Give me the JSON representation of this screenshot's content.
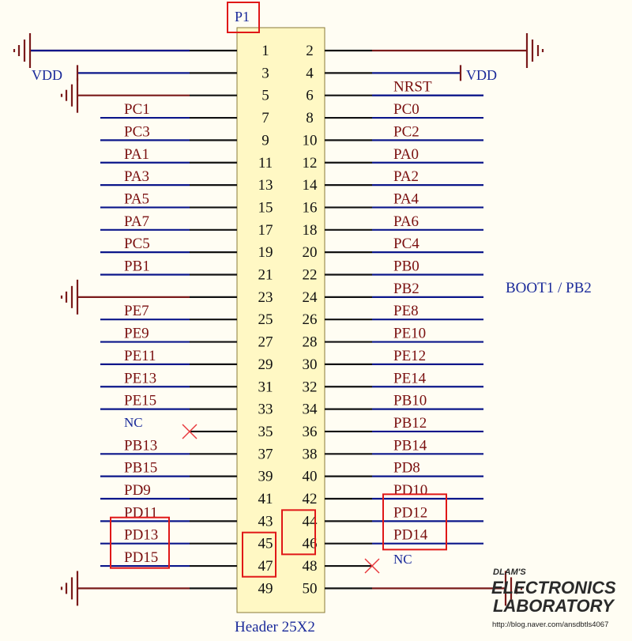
{
  "colors": {
    "background": "#fffdf3",
    "header_fill": "#fff8c4",
    "header_border": "#8a7a3a",
    "net_wire": "#0b168a",
    "pin_stub": "#111111",
    "net_label": "#7a1010",
    "ground": "#7a1a1a",
    "designator": "#1a2a9a",
    "highlight": "#e01818",
    "nc_marker": "#e8363a",
    "watermark": "#2a2a2a",
    "watermark_url": "#1a1a1a"
  },
  "designator": "P1",
  "footer_label": "Header 25X2",
  "boot_note": "BOOT1 / PB2",
  "power_labels": {
    "left_vdd": "VDD",
    "right_vdd": "VDD",
    "nrst": "NRST"
  },
  "nc_labels": {
    "left": "NC",
    "right": "NC"
  },
  "pins": {
    "left": [
      {
        "number": "1",
        "net": "GND"
      },
      {
        "number": "3",
        "net": "VDD"
      },
      {
        "number": "5",
        "net": "GND"
      },
      {
        "number": "7",
        "net": "PC1"
      },
      {
        "number": "9",
        "net": "PC3"
      },
      {
        "number": "11",
        "net": "PA1"
      },
      {
        "number": "13",
        "net": "PA3"
      },
      {
        "number": "15",
        "net": "PA5"
      },
      {
        "number": "17",
        "net": "PA7"
      },
      {
        "number": "19",
        "net": "PC5"
      },
      {
        "number": "21",
        "net": "PB1"
      },
      {
        "number": "23",
        "net": "GND"
      },
      {
        "number": "25",
        "net": "PE7"
      },
      {
        "number": "27",
        "net": "PE9"
      },
      {
        "number": "29",
        "net": "PE11"
      },
      {
        "number": "31",
        "net": "PE13"
      },
      {
        "number": "33",
        "net": "PE15"
      },
      {
        "number": "35",
        "net": "NC"
      },
      {
        "number": "37",
        "net": "PB13"
      },
      {
        "number": "39",
        "net": "PB15"
      },
      {
        "number": "41",
        "net": "PD9"
      },
      {
        "number": "43",
        "net": "PD11"
      },
      {
        "number": "45",
        "net": "PD13"
      },
      {
        "number": "47",
        "net": "PD15"
      },
      {
        "number": "49",
        "net": "GND"
      }
    ],
    "right": [
      {
        "number": "2",
        "net": "GND"
      },
      {
        "number": "4",
        "net": "VDD"
      },
      {
        "number": "6",
        "net": "NRST"
      },
      {
        "number": "8",
        "net": "PC0"
      },
      {
        "number": "10",
        "net": "PC2"
      },
      {
        "number": "12",
        "net": "PA0"
      },
      {
        "number": "14",
        "net": "PA2"
      },
      {
        "number": "16",
        "net": "PA4"
      },
      {
        "number": "18",
        "net": "PA6"
      },
      {
        "number": "20",
        "net": "PC4"
      },
      {
        "number": "22",
        "net": "PB0"
      },
      {
        "number": "24",
        "net": "PB2"
      },
      {
        "number": "26",
        "net": "PE8"
      },
      {
        "number": "28",
        "net": "PE10"
      },
      {
        "number": "30",
        "net": "PE12"
      },
      {
        "number": "32",
        "net": "PE14"
      },
      {
        "number": "34",
        "net": "PB10"
      },
      {
        "number": "36",
        "net": "PB12"
      },
      {
        "number": "38",
        "net": "PB14"
      },
      {
        "number": "40",
        "net": "PD8"
      },
      {
        "number": "42",
        "net": "PD10"
      },
      {
        "number": "44",
        "net": "PD12"
      },
      {
        "number": "46",
        "net": "PD14"
      },
      {
        "number": "48",
        "net": "NC"
      },
      {
        "number": "50",
        "net": "GND"
      }
    ]
  },
  "highlighted": {
    "pin_numbers": [
      "44",
      "46",
      "45",
      "47"
    ],
    "nets": [
      "PD12",
      "PD14",
      "PD13",
      "PD15"
    ]
  },
  "watermark": {
    "line1": "DLAM'S",
    "line2": "ELECTRONICS",
    "line3": "LABORATORY",
    "url": "http://blog.naver.com/ansdbtls4067"
  }
}
